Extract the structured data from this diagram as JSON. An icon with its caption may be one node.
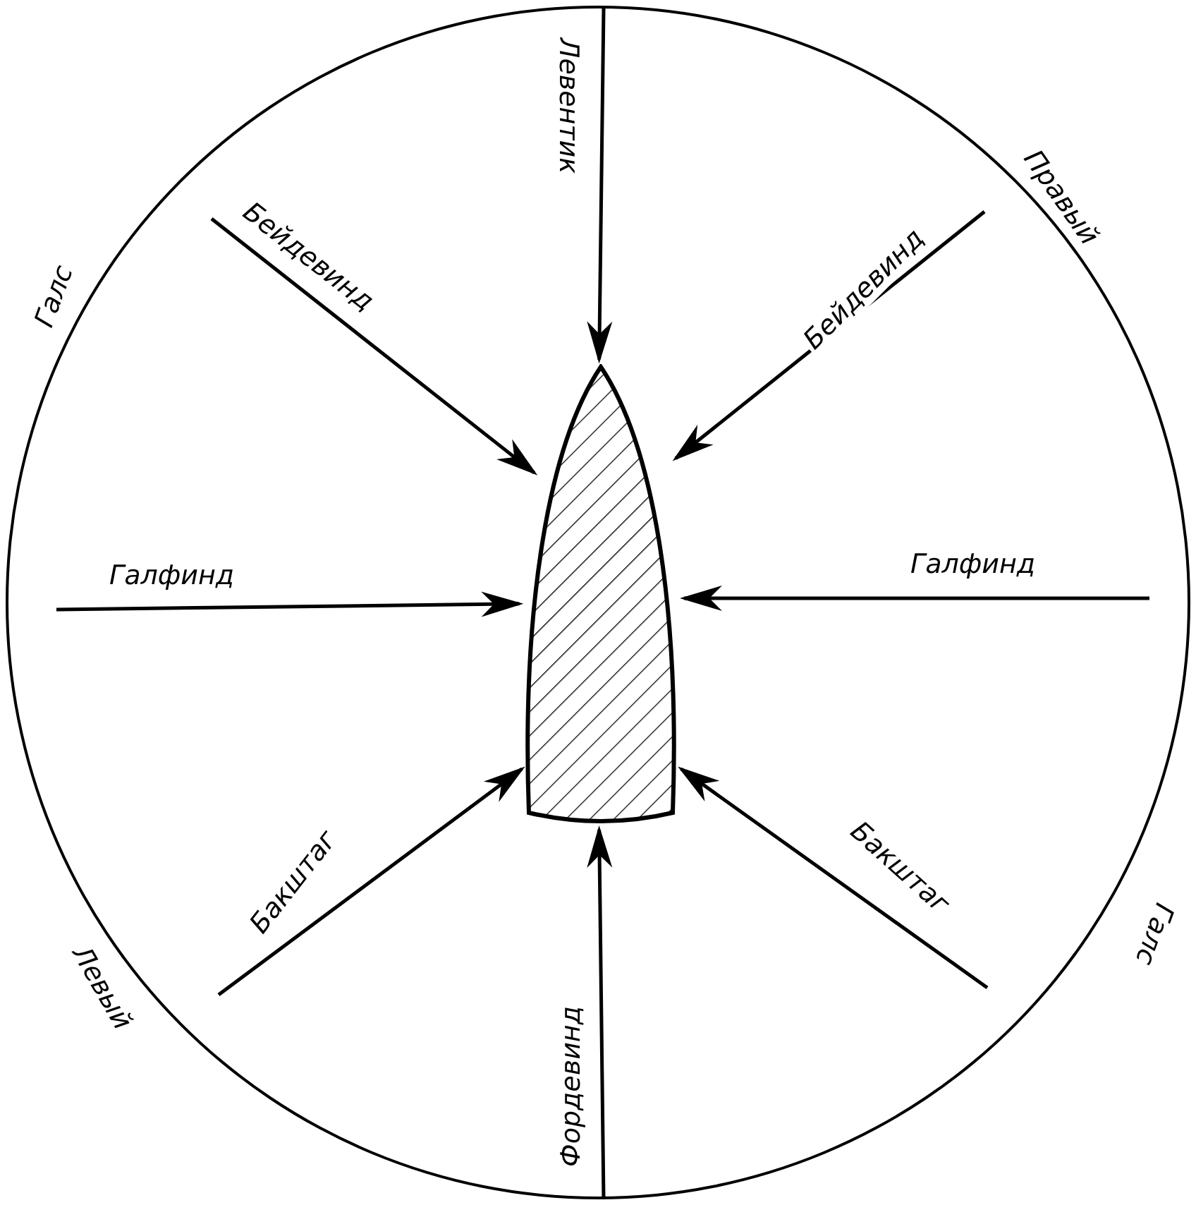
{
  "diagram": {
    "nodes": [
      {
        "text": [],
        "shape": "circle"
      },
      {
        "text": [],
        "shape": "boat",
        "in": 0
      }
    ],
    "edges": [
      {
        "from": null,
        "to": 1,
        "arrow": "to",
        "label": "Левентик"
      },
      {
        "from": null,
        "to": 1,
        "arrow": "to",
        "label": "Бейдевинд"
      },
      {
        "from": null,
        "to": 1,
        "arrow": "to",
        "label": "Бейдевинд"
      },
      {
        "from": null,
        "to": 1,
        "arrow": "to",
        "label": "Галфинд"
      },
      {
        "from": null,
        "to": 1,
        "arrow": "to",
        "label": "Галфинд"
      },
      {
        "from": null,
        "to": 1,
        "arrow": "to",
        "label": "Бакштаг"
      },
      {
        "from": null,
        "to": 1,
        "arrow": "to",
        "label": "Бакштаг"
      },
      {
        "from": null,
        "to": 1,
        "arrow": "to",
        "label": "Фордевинд"
      }
    ],
    "labels": [
      "Галс",
      "Правый",
      "Левый",
      "Галс"
    ]
  }
}
